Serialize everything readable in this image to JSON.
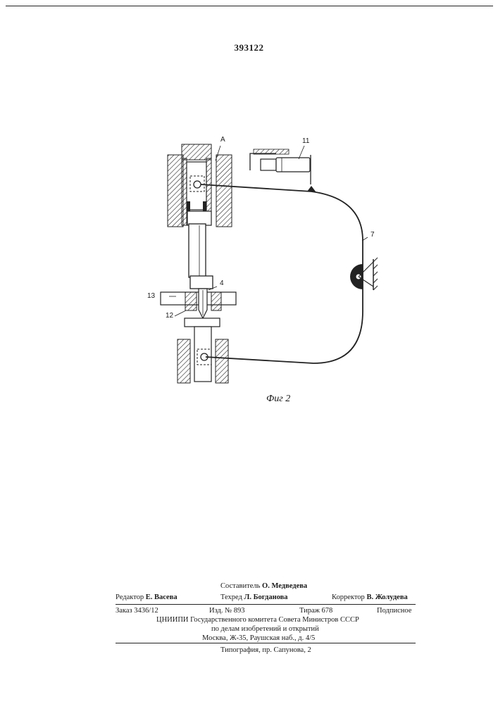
{
  "header": {
    "patent_number": "393122"
  },
  "figure": {
    "caption": "Фиг 2",
    "labels": {
      "a": "А",
      "l11": "11",
      "l7": "7",
      "l4": "4",
      "l13": "13",
      "l12": "12"
    }
  },
  "footer": {
    "compiler_role": "Составитель",
    "compiler_name": "О. Медведева",
    "editor_role": "Редактор",
    "editor_name": "Е. Васева",
    "techred_role": "Техред",
    "techred_name": "Л. Богданова",
    "corrector_role": "Корректор",
    "corrector_name": "В. Жолудева",
    "order": "Заказ 3436/12",
    "issue": "Изд. № 893",
    "circulation": "Тираж 678",
    "subscription": "Подписное",
    "org_line1": "ЦНИИПИ Государственного комитета Совета Министров СССР",
    "org_line2": "по делам изобретений и открытий",
    "address": "Москва, Ж-35, Раушская наб., д. 4/5",
    "printer": "Типография, пр. Сапунова, 2"
  }
}
